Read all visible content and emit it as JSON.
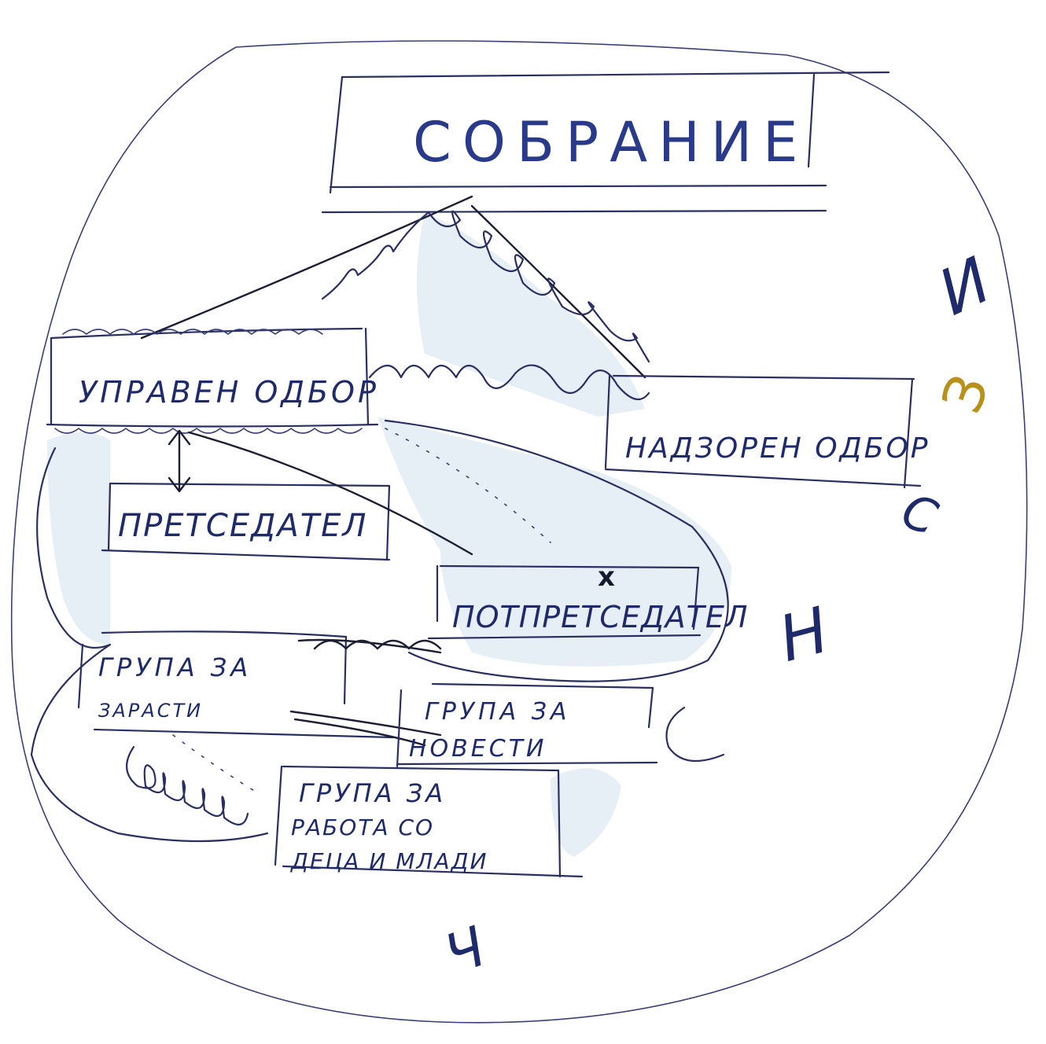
{
  "diagram": {
    "title": "СОБРАНИЕ",
    "nodes": {
      "management_body": "УПРАВЕН ОДБОР",
      "supervisory_body": "НАДЗОРЕН ОДБОР",
      "chairman": "ПРЕТСЕДАТЕЛ",
      "vice_chairman": "ПОТПРЕТСЕДАТЕЛ",
      "group_growth_line1": "ГРУПА ЗА",
      "group_growth_line2": "ЗАРАСТИ",
      "group_events_line1": "ГРУПА ЗА",
      "group_events_line2": "НОВЕСТИ",
      "group_work_line1": "ГРУПА ЗА",
      "group_work_line2": "РАБОТА СО",
      "group_work_line3": "ДЕЦА И МЛАДИ"
    },
    "margin_letters": [
      "И",
      "З",
      "Н",
      "С",
      "Ч"
    ],
    "marks": {
      "cross": "x"
    }
  }
}
